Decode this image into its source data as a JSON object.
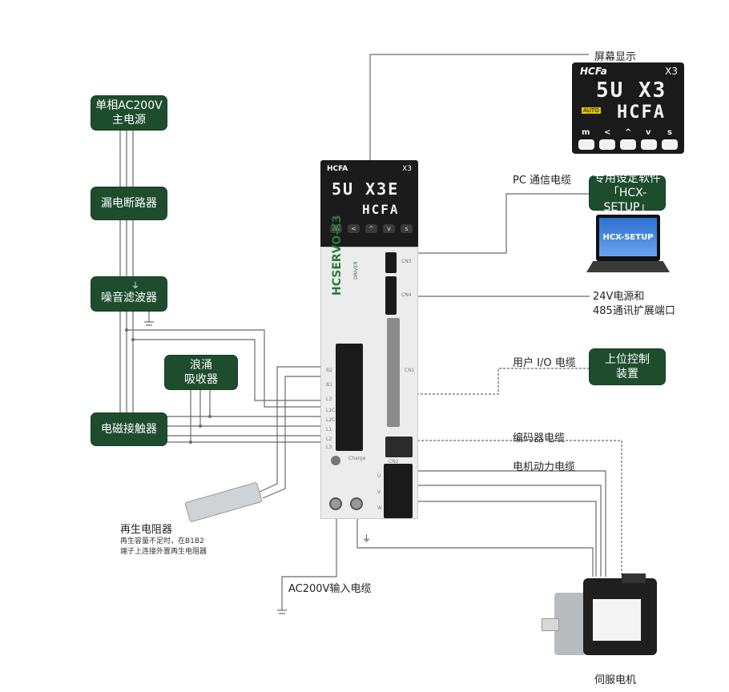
{
  "boxes": {
    "power_line1": "单相AC200V",
    "power_line2": "主电源",
    "breaker": "漏电断路器",
    "noise_filter": "噪音滤波器",
    "surge_line1": "浪涌",
    "surge_line2": "吸收器",
    "contactor": "电磁接触器",
    "software_line1": "专用设定软件",
    "software_line2": "「HCX-SETUP」",
    "host_line1": "上位控制",
    "host_line2": "装置"
  },
  "labels": {
    "screen_display": "屏幕显示",
    "pc_cable": "PC 通信电缆",
    "port_line1": "24V电源和",
    "port_line2": "485通讯扩展端口",
    "io_cable": "用户  I/O 电缆",
    "encoder_cable": "编码器电缆",
    "motor_power_cable": "电机动力电缆",
    "regen_resistor": "再生电阻器",
    "regen_note_line1": "再生容量不足时，在B1B2",
    "regen_note_line2": "端子上连接外置再生电阻器",
    "ac_input_cable": "AC200V输入电缆",
    "servo_motor": "伺服电机",
    "ground_symbol": "⏚"
  },
  "laptop": {
    "screen_text": "HCX-SETUP"
  },
  "screen_display": {
    "brand": "HCFa",
    "model": "X3",
    "line1": "5U  X3",
    "tag": "AUTO",
    "line2": "HCFA",
    "keys": [
      "m",
      "<",
      "^",
      "v",
      "s"
    ]
  },
  "drive": {
    "brand": "HCFA",
    "model": "X3",
    "line1": "5U X3E",
    "line2": "HCFA",
    "keys": [
      "m",
      "<",
      "^",
      "v",
      "s"
    ],
    "vertical_text": "HCSERVO-X3",
    "driver_text": "DRIVER",
    "charge": "Charge",
    "terminals_left": [
      "B2",
      "B1",
      "L3",
      "L1C",
      "L2C",
      "L1",
      "L2",
      "L3"
    ],
    "terminals_right": [
      "U",
      "V",
      "W"
    ],
    "ports": [
      "CN3",
      "CN4",
      "CN1",
      "CN2"
    ]
  },
  "colors": {
    "box_green": "#1e4d2e",
    "drive_top": "#1b1b1b",
    "drive_body": "#ececec",
    "wire": "#6b6b6b"
  }
}
